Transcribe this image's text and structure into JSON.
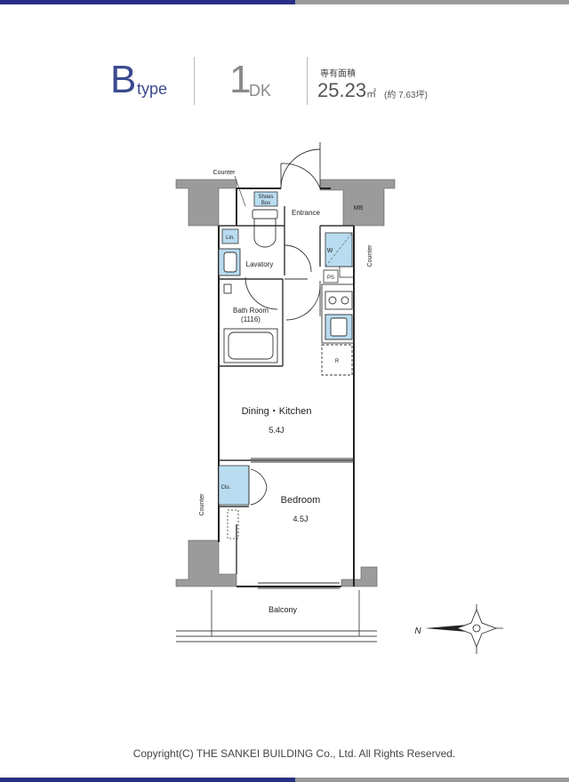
{
  "header": {
    "type_letter": "B",
    "type_suffix": "type",
    "plan_number": "1",
    "plan_suffix": "DK",
    "area_label": "専有面積",
    "area_value": "25.23",
    "area_unit": "㎡",
    "area_tsubo": "(約 7.63坪)"
  },
  "floorplan": {
    "rooms": {
      "entrance": "Entrance",
      "mb": "MB",
      "lavatory": "Lavatory",
      "bathroom": "Bath Room",
      "bathroom_size": "(1116)",
      "dining_kitchen": "Dining・Kitchen",
      "dining_kitchen_size": "5.4J",
      "bedroom": "Bedroom",
      "bedroom_size": "4.5J",
      "balcony": "Balcony"
    },
    "fixtures": {
      "counter_top": "Counter",
      "counter_right": "Counter",
      "counter_left": "Counter",
      "shoes_box_line1": "Shoes",
      "shoes_box_line2": "Box",
      "linen": "Lin.",
      "wardrobe": "W",
      "pipe_space": "PS",
      "refrigerator": "R",
      "closet": "Clo."
    },
    "compass_label": "N"
  },
  "colors": {
    "brand_navy": "#262f85",
    "bar_gray": "#9a9a9a",
    "storage_blue": "#b9dcf0",
    "wall_gray": "#9b9b9b"
  },
  "footer": {
    "copyright": "Copyright(C) THE SANKEI BUILDING Co., Ltd. All Rights Reserved."
  }
}
